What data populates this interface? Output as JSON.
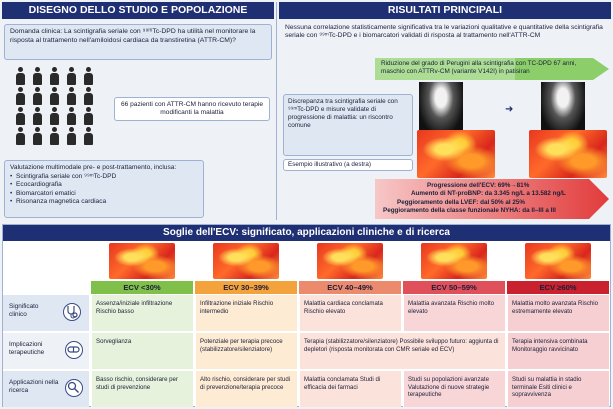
{
  "left_panel": {
    "header": "DISEGNO DELLO STUDIO E POPOLAZIONE",
    "clinical_question": "Domanda clinica: La scintigrafia seriale con ⁹⁹ᵐTc-DPD ha utilità nel monitorare la risposta al trattamento nell'amiloidosi cardiaca da transtiretina (ATTR-CM)?",
    "patients_text": "66 pazienti con ATTR-CM hanno ricevuto terapie modificanti la malattia",
    "evaluation_title": "Valutazione multimodale pre- e post-trattamento, inclusa:",
    "evaluation_items": [
      "Scintigrafia seriale con ⁹⁹ᵐTc-DPD",
      "Ecocardiografia",
      "Biomarcatori ematici",
      "Risonanza magnetica cardiaca"
    ]
  },
  "right_panel": {
    "header": "RISULTATI PRINCIPALI",
    "main_result": "Nessuna correlazione statisticamente significativa tra le variazioni qualitative e quantitative della scintigrafia seriale con ⁹⁹ᵐTc-DPD e i biomarcatori validati di risposta al trattamento nell'ATTR-CM",
    "green_arrow_text": "Riduzione del grado di Perugini alla scintigrafia con TC-DPD 67 anni, maschio con ATTRv-CM (variante V142I) in patisiran",
    "discrepancy_text": "Discrepanza tra scintigrafia seriale con ⁹⁹ᵐTc-DPD e misure validate di progressione di malattia: un riscontro comune",
    "example_text": "Esempio illustrativo (a destra)",
    "red_arrow_lines": [
      "Progressione dell'ECV: 69%→81%",
      "Aumento di NT-proBNP: da 3.345 ng/L a 13.582 ng/L",
      "Peggioramento della LVEF: dal 50% al 25%",
      "Peggioramento della classe funzionale NYHA: da II–III a III"
    ]
  },
  "bottom_panel": {
    "header": "Soglie dell'ECV: significato, applicazioni cliniche e di ricerca",
    "columns": [
      {
        "label": "ECV <30%",
        "color": "#7fbf4a"
      },
      {
        "label": "ECV 30–39%",
        "color": "#f4a23c"
      },
      {
        "label": "ECV 40–49%",
        "color": "#ec8a6e"
      },
      {
        "label": "ECV 50–59%",
        "color": "#e0505a"
      },
      {
        "label": "ECV ≥60%",
        "color": "#c9222e"
      }
    ],
    "rows": [
      {
        "label": "Significato clinico",
        "icon": "stethoscope-icon",
        "cells": [
          "Assenza/iniziale infiltrazione Rischio basso",
          "Infiltrazione iniziale Rischio intermedio",
          "Malattia cardiaca conclamata Rischio elevato",
          "Malattia avanzata Rischio molto elevato",
          "Malattia molto avanzata Rischio estremamente elevato"
        ]
      },
      {
        "label": "Implicazioni terapeutiche",
        "icon": "pill-icon",
        "cells": [
          "Sorveglianza",
          "Potenziale per terapia precoce (stabilizzatore/silenziatore)",
          "Terapia (stabilizzatore/silenziatore) Possibile sviluppo futuro: aggiunta di depletori (risposta monitorata con CMR seriale ed ECV)",
          "",
          "Terapia intensiva combinata Monitoraggio ravvicinato"
        ]
      },
      {
        "label": "Applicazioni nella ricerca",
        "icon": "magnifier-icon",
        "cells": [
          "Basso rischio, considerare per studi di prevenzione",
          "Alto rischio, considerare per studi di prevenzione/terapia precoce",
          "Malattia conclamata Studi di efficacia dei farmaci",
          "Studi su popolazioni avanzate Valutazione di nuove strategie terapeutiche",
          "Studi su malattia in stadio terminale Esiti clinici e sopravvivenza"
        ]
      }
    ]
  }
}
